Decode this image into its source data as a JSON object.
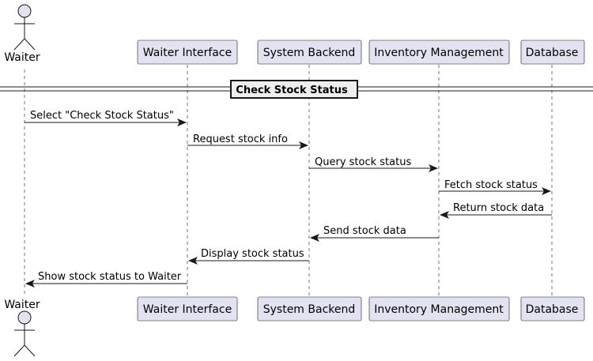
{
  "participants": [
    {
      "id": "waiter",
      "label": "Waiter",
      "kind": "actor"
    },
    {
      "id": "ui",
      "label": "Waiter Interface",
      "kind": "participant"
    },
    {
      "id": "backend",
      "label": "System Backend",
      "kind": "participant"
    },
    {
      "id": "inventory",
      "label": "Inventory Management",
      "kind": "participant"
    },
    {
      "id": "db",
      "label": "Database",
      "kind": "participant"
    }
  ],
  "separator": {
    "label": "Check Stock Status"
  },
  "messages": [
    {
      "from": "waiter",
      "to": "ui",
      "label": "Select \"Check Stock Status\""
    },
    {
      "from": "ui",
      "to": "backend",
      "label": "Request stock info"
    },
    {
      "from": "backend",
      "to": "inventory",
      "label": "Query stock status"
    },
    {
      "from": "inventory",
      "to": "db",
      "label": "Fetch stock status"
    },
    {
      "from": "db",
      "to": "inventory",
      "label": "Return stock data"
    },
    {
      "from": "inventory",
      "to": "backend",
      "label": "Send stock data"
    },
    {
      "from": "backend",
      "to": "ui",
      "label": "Display stock status"
    },
    {
      "from": "ui",
      "to": "waiter",
      "label": "Show stock status to Waiter"
    }
  ],
  "colors": {
    "participant_fill": "#E2E2F0",
    "line": "#181818",
    "separator_fill": "#EEEEEE"
  }
}
